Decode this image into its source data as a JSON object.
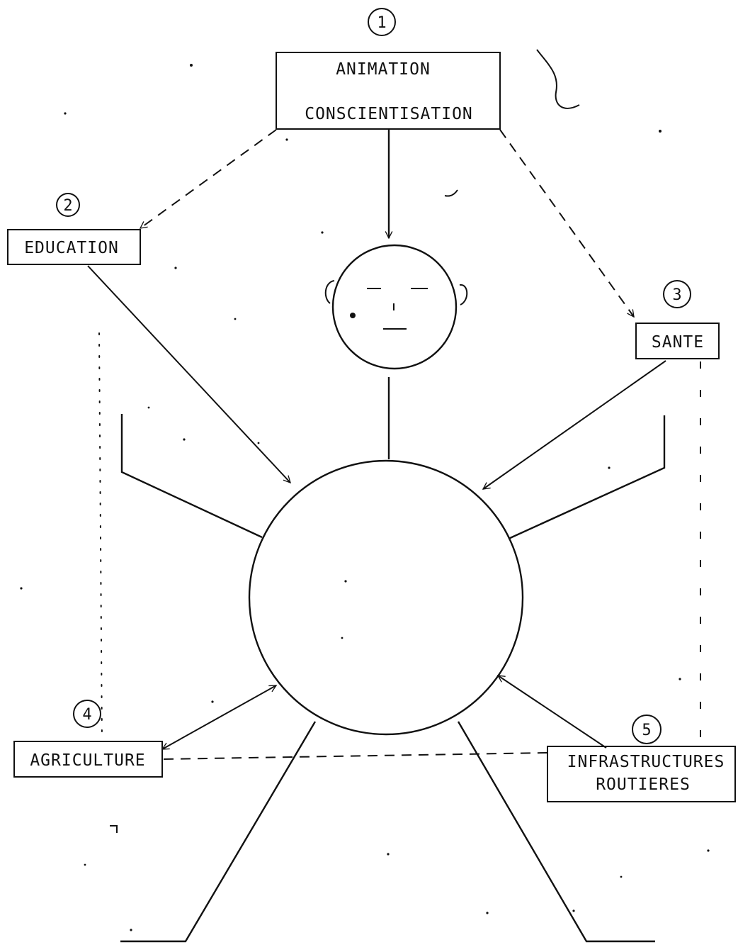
{
  "diagram": {
    "nodes": {
      "animation": {
        "number": "1",
        "line1": "ANIMATION",
        "line2": "CONSCIENTISATION"
      },
      "education": {
        "number": "2",
        "label": "EDUCATION"
      },
      "sante": {
        "number": "3",
        "label": "SANTE"
      },
      "agriculture": {
        "number": "4",
        "label": "AGRICULTURE"
      },
      "infrastructures": {
        "number": "5",
        "line1": "INFRASTRUCTURES",
        "line2": "ROUTIERES"
      }
    },
    "colors": {
      "ink": "#111111",
      "paper": "#ffffff"
    }
  }
}
